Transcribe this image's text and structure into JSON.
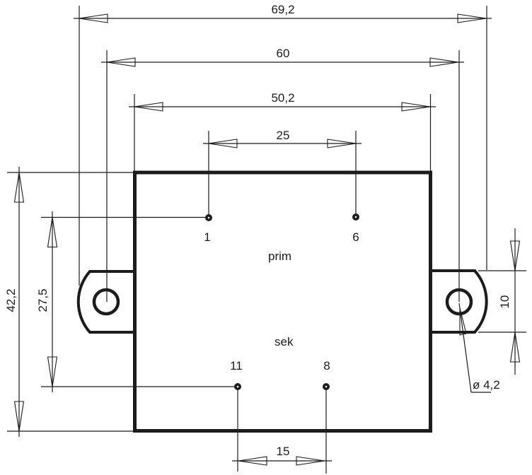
{
  "drawing": {
    "colors": {
      "line": "#1c1c1c",
      "background": "#ffffff"
    },
    "dimensions": {
      "overall_width": "69,2",
      "hole_spacing": "60",
      "body_width": "50,2",
      "prim_pin_spacing": "25",
      "body_height": "42,2",
      "pin_row_spacing": "27,5",
      "tab_height": "10",
      "sek_pin_spacing": "15",
      "hole_diameter": "ø 4,2"
    },
    "pins": {
      "prim_left": "1",
      "prim_right": "6",
      "sek_left": "11",
      "sek_right": "8"
    },
    "windings": {
      "primary": "prim",
      "secondary": "sek"
    }
  }
}
